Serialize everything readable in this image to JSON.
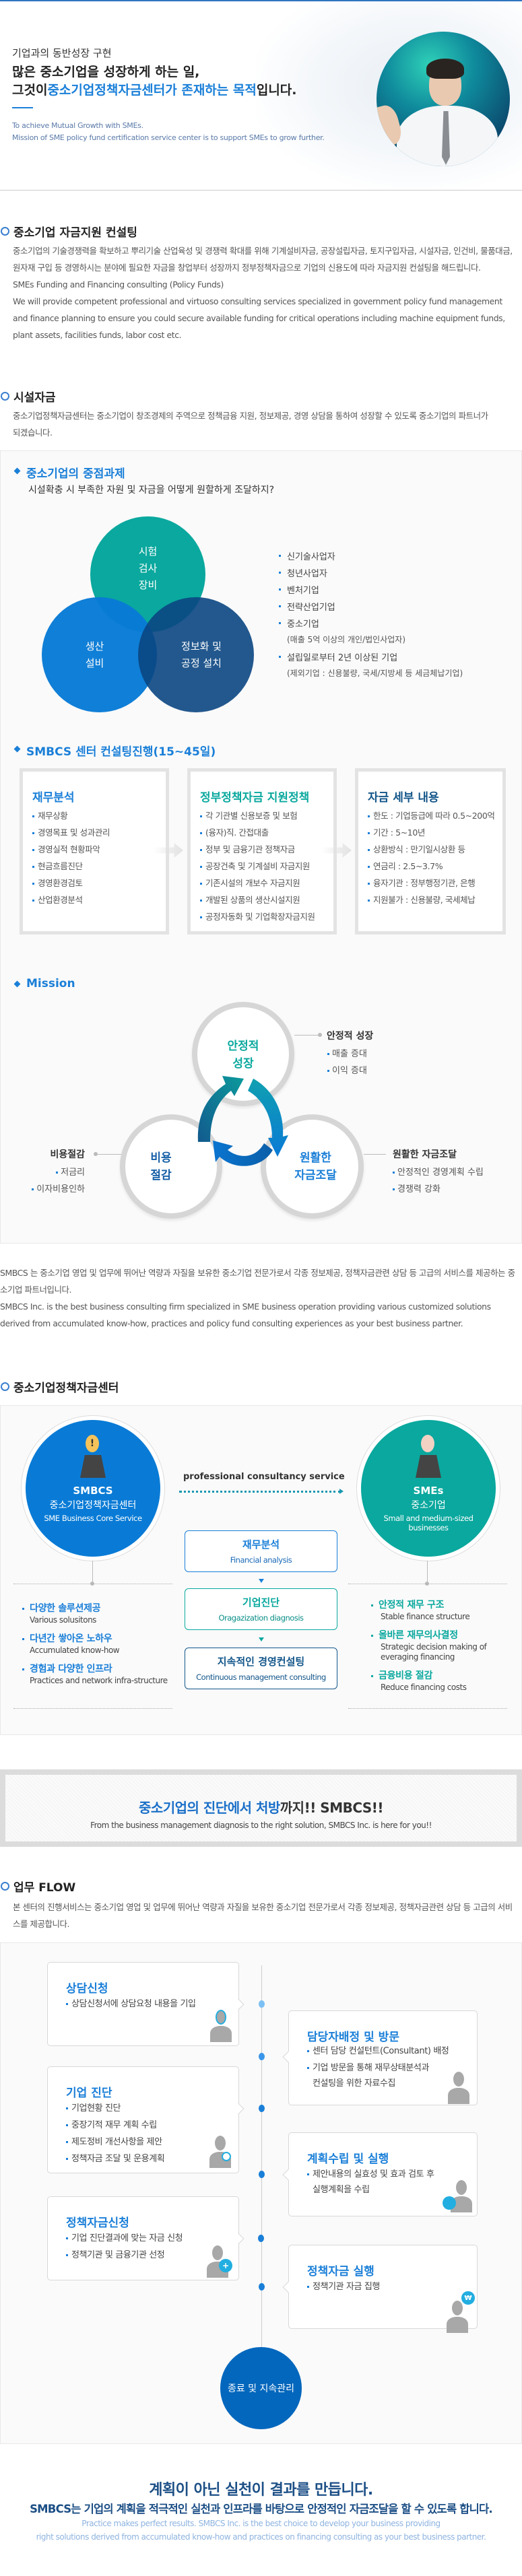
{
  "hero": {
    "tagline": "기업과의 동반성장 구현",
    "headline_1": "많은 중소기업을 성장하게 하는 일,",
    "headline_2_prefix": "그것이",
    "headline_2_highlight": "중소기업정책자금센터가 존재하는 목적",
    "headline_2_suffix": "입니다.",
    "en_1": "To achieve Mutual Growth with SMEs.",
    "en_2": "Mission of SME policy fund certification service center is to support SMEs to grow further."
  },
  "consulting_intro": {
    "title": "중소기업 자금지원 컨설팅",
    "body_ko": "중소기업의 기술경쟁력을 확보하고 뿌리기술 산업육성 및 경쟁력 확대를 위해 기계설비자금, 공장설립자금, 토지구입자금, 시설자금, 인건비, 물품대금, 원자재 구입 등 경영하시는 분야에 필요한 자금을 창업부터 성장까지 정부정책자금으로 기업의 신용도에 따라 자금지원 컨설팅을 해드립니다.",
    "en_title": "SMEs Funding and Financing consulting (Policy Funds)",
    "body_en": "We will provide competent professional and virtuoso consulting services specialized in government policy fund management and finance planning to ensure you could secure available funding for critical operations including machine equipment funds, plant assets, facilities funds, labor cost etc."
  },
  "facility_fund": {
    "title": "시설자금",
    "body": "중소기업정책자금센터는 중소기업이 창조경제의 주역으로 정책금융 지원, 정보제공, 경영 상담을 통하여 성장할 수 있도록 중소기업의 파트너가 되겠습니다."
  },
  "priorities": {
    "title": "중소기업의 중점과제",
    "question": "시설확충 시 부족한 자원 및 자금을 어떻게 원할하게 조달하지?",
    "venn": [
      "시험\n검사\n장비",
      "생산\n설비",
      "정보화 및\n공정 설치"
    ],
    "list": [
      {
        "text": "신기술사업자",
        "bullet": true
      },
      {
        "text": "청년사업자",
        "bullet": true
      },
      {
        "text": "벤처기업",
        "bullet": true
      },
      {
        "text": "전략산업기업",
        "bullet": true
      },
      {
        "text": "중소기업",
        "bullet": true
      },
      {
        "text": "(매출 5억 이상의 개인/법인사업자)",
        "bullet": false
      },
      {
        "text": "설립일로부터 2년 이상된 기업",
        "bullet": true
      },
      {
        "text": "(제외기업 : 신용불량, 국세/지방세 등 세금체납기업)",
        "bullet": false
      }
    ]
  },
  "process": {
    "title": "SMBCS 센터 컨설팅진행(15~45일)",
    "boxes": [
      {
        "title": "재무분석",
        "items": [
          "재무상황",
          "경영목표 및 성과관리",
          "경영실적 현황파악",
          "현금흐름진단",
          "경영환경검토",
          "산업환경분석"
        ]
      },
      {
        "title": "정부정책자금 지원정책",
        "items": [
          "각 기관별 신용보증 및 보험",
          "(융자)직. 간접대출",
          "정부 및 금융기관 정책자금",
          "공장건축 및 기계설비 자금지원",
          "기존시설의 개보수 자금지원",
          "개발된 상품의 생산시설지원",
          "공정자동화 및 기업확장자금지원"
        ]
      },
      {
        "title": "자금 세부 내용",
        "items": [
          "한도 : 기업등급에 따라 0.5~200억",
          "기간 : 5~10년",
          "상환방식 : 만기일시상환 등",
          "연금리 : 2.5~3.7%",
          "융자기관 : 정부행정기관, 은행",
          "지원불가 : 신용불량, 국세체납"
        ]
      }
    ]
  },
  "mission": {
    "title": "Mission",
    "circles": [
      "안정적\n성장",
      "비용\n절감",
      "원활한\n자금조달"
    ],
    "top": {
      "title": "안정적 성장",
      "items": [
        "매출 증대",
        "이익 증대"
      ]
    },
    "left": {
      "title": "비용절감",
      "items": [
        "저금리",
        "이자비용인하"
      ]
    },
    "right": {
      "title": "원활한 자금조달",
      "items": [
        "안정적인 경영계획 수립",
        "경쟁력 강화"
      ]
    }
  },
  "about": {
    "ko": "SMBCS 는 중소기업 영업 및 업무에 뛰어난 역량과 자질을 보유한 중소기업 전문가로서 각종 정보제공, 정책자금관련 상담 등 고급의 서비스를 제공하는 중소기업 파트너입니다.",
    "en": "SMBCS Inc. is the best business consulting firm specialized in SME business operation providing various customized solutions derived from accumulated know-how, practices and policy fund consulting experiences as your best business partner."
  },
  "center": {
    "title": "중소기업정책자금센터",
    "left": {
      "name": "SMBCS",
      "ko": "중소기업정책자금센터",
      "en": "SME Business Core Service"
    },
    "service_label": "professional consultancy service",
    "right": {
      "name": "SMEs",
      "ko": "중소기업",
      "en": "Small and medium-sized businesses"
    },
    "steps": [
      {
        "ko": "재무분석",
        "en": "Financial analysis"
      },
      {
        "ko": "기업진단",
        "en": "Oragazization diagnosis"
      },
      {
        "ko": "지속적인 경영컨설팅",
        "en": "Continuous management consulting"
      }
    ],
    "left_list": [
      {
        "ko": "다양한 솔루션제공",
        "en": "Various solusitons"
      },
      {
        "ko": "다년간 쌓아온 노하우",
        "en": "Accumulated know-how"
      },
      {
        "ko": "경험과 다양한 인프라",
        "en": "Practices and network infra-structure"
      }
    ],
    "right_list": [
      {
        "ko": "안정적 재무 구조",
        "en": "Stable finance structure"
      },
      {
        "ko": "올바른 재무의사결정",
        "en": "Strategic decision making of everaging financing"
      },
      {
        "ko": "금융비용 절감",
        "en": "Reduce financing costs"
      }
    ]
  },
  "banner": {
    "title_highlight": "중소기업의 진단에서 처방",
    "title_rest": "까지!! SMBCS!!",
    "subtitle": "From the business management diagnosis to the right solution, SMBCS Inc. is here for you!!"
  },
  "flow": {
    "title": "업무 FLOW",
    "body": "본 센터의 진행서비스는 중소기업 영업 및 업무에 뛰어난 역량과 자질을 보유한 중소기업 전문가로서 각종 정보제공, 정책자금관련 상담 등 고급의 서비스를 제공합니다.",
    "cards": [
      {
        "title": "상담신청",
        "items": [
          "상담신청서에 상담요청 내용을 기입"
        ]
      },
      {
        "title": "담당자배정 및 방문",
        "items": [
          "센터 담당 컨설턴트(Consultant) 배정",
          "기업 방문을 통해 재무상태분석과",
          "컨설팅을 위한 자료수집"
        ]
      },
      {
        "title": "기업 진단",
        "items": [
          "기업현황 진단",
          "중장기적 재무 계획 수립",
          "제도정비 개선사항을 제안",
          "정책자금 조달 및 운용계획"
        ]
      },
      {
        "title": "계획수립 및 실행",
        "items": [
          "제안내용의 실효성 및 효과 검토 후",
          "실행계획을 수립"
        ]
      },
      {
        "title": "정책자금신청",
        "items": [
          "기업 진단결과에 맞는 자금 신청",
          "정책기관 및 금융기관 선정"
        ]
      },
      {
        "title": "정책자금 실행",
        "items": [
          "정책기관 자금 집행"
        ]
      }
    ],
    "end": "종료 및 지속관리",
    "badge_won": "₩"
  },
  "closing": {
    "h1": "계획이 아닌 실천이 결과를 만듭니다.",
    "h2": "SMBCS는 기업의 계획을 적극적인 실천과 인프라를 바탕으로 안정적인 자금조달을 할 수 있도록 합니다.",
    "en1": "Practice makes perfect results. SMBCS Inc. is the best choice to develop your business providing",
    "en2": "right solutions derived from accumulated know-how and practices on financing consulting as your best business partner."
  },
  "colors": {
    "accent": "#1a7fd8",
    "teal": "#0aa89e",
    "navy": "#13568a",
    "end": "#0367bd"
  }
}
